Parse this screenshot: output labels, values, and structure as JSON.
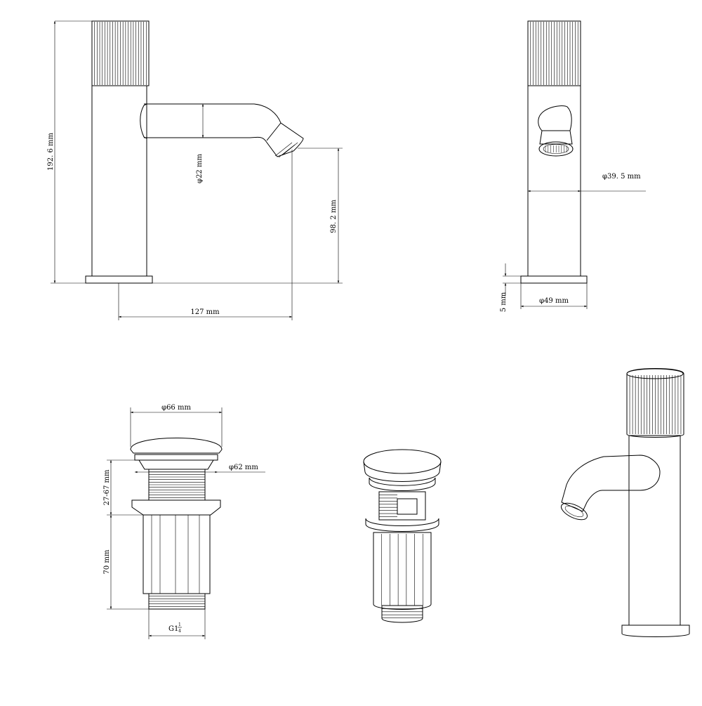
{
  "dimensions": {
    "total_height": "192. 6 mm",
    "pipe_diameter": "φ22 mm",
    "spout_height": "98. 2 mm",
    "reach": "127 mm",
    "body_diameter": "φ39. 5 mm",
    "base_thickness": "5 mm",
    "base_diameter": "φ49 mm",
    "waste_cap_diameter": "φ66 mm",
    "waste_flange_diameter": "φ62 mm",
    "waste_clamp_range": "27-67 mm",
    "waste_body_length": "70 mm",
    "thread_main": "G1",
    "thread_num": "1",
    "thread_den": "4"
  }
}
